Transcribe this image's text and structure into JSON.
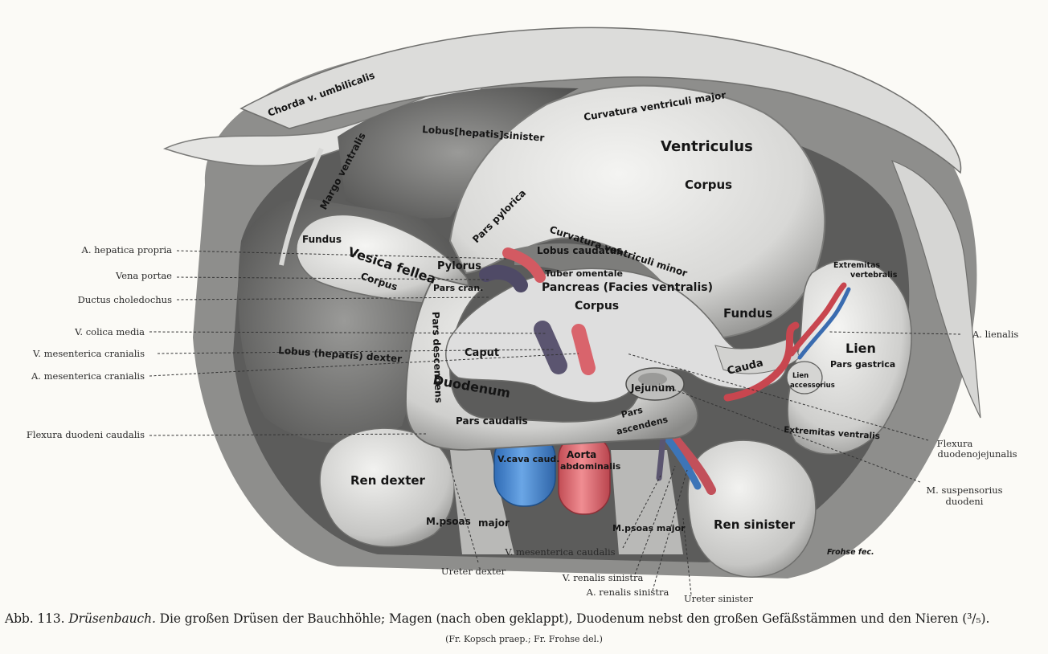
{
  "labels_left": [
    {
      "id": "a-hepatica-propria",
      "text": "A. hepatica propria"
    },
    {
      "id": "vena-portae",
      "text": "Vena portae"
    },
    {
      "id": "ductus-choledochus",
      "text": "Ductus choledochus"
    },
    {
      "id": "v-colica-media",
      "text": "V. colica media"
    },
    {
      "id": "v-mesenterica-cranialis",
      "text": "V. mesenterica cranialis"
    },
    {
      "id": "a-mesenterica-cranialis",
      "text": "A. mesenterica cranialis"
    },
    {
      "id": "flexura-duodeni-caudalis",
      "text": "Flexura duodeni caudalis"
    }
  ],
  "labels_right": [
    {
      "id": "a-lienalis",
      "text": "A. lienalis"
    },
    {
      "id": "flexura-duodenojejunalis-1",
      "text": "Flexura"
    },
    {
      "id": "flexura-duodenojejunalis-2",
      "text": "duodenojejunalis"
    },
    {
      "id": "m-suspensorius-1",
      "text": "M. suspensorius"
    },
    {
      "id": "m-suspensorius-2",
      "text": "duodeni"
    }
  ],
  "labels_bottom": [
    {
      "id": "ureter-dexter",
      "text": "Ureter dexter"
    },
    {
      "id": "v-mesenterica-caudalis",
      "text": "V. mesenterica caudalis"
    },
    {
      "id": "v-renalis-sinistra",
      "text": "V. renalis sinistra"
    },
    {
      "id": "a-renalis-sinistra",
      "text": "A. renalis sinistra"
    },
    {
      "id": "ureter-sinister",
      "text": "Ureter sinister"
    }
  ],
  "inner_labels": {
    "chorda": "Chorda v. umbilicalis",
    "lobus_sinister": "Lobus[hepatis]sinister",
    "curvatura_major": "Curvatura ventriculi major",
    "ventriculus": "Ventriculus",
    "corpus_vent": "Corpus",
    "margo_ventralis": "Margo ventralis",
    "fundus_gb": "Fundus",
    "vesica_fellea": "Vesica fellea",
    "corpus_gb": "Corpus",
    "pars_pylorica": "Pars pylorica",
    "curvatura_minor": "Curvatura ventriculi minor",
    "lobus_caudatus": "Lobus caudatus",
    "pylorus": "Pylorus",
    "tuber_omentale": "Tuber omentale",
    "pars_cran": "Pars cran.",
    "pancreas": "Pancreas (Facies ventralis)",
    "corpus_panc": "Corpus",
    "fundus_vent": "Fundus",
    "extremitas_vert_1": "Extremitas",
    "extremitas_vert_2": "vertebralis",
    "pars_descendens": "Pars descendens",
    "lobus_dexter": "Lobus (hepatis) dexter",
    "caput": "Caput",
    "duodenum": "Duodenum",
    "jejunum": "Jejunum",
    "cauda": "Cauda",
    "lien": "Lien",
    "pars_gastrica": "Pars gastrica",
    "lien_acc_1": "Lien",
    "lien_acc_2": "accessorius",
    "extremitas_ventralis": "Extremitas ventralis",
    "pars_caudalis": "Pars caudalis",
    "pars_ascendens_1": "Pars",
    "pars_ascendens_2": "ascendens",
    "vcava": "V.cava caud.",
    "aorta_1": "Aorta",
    "aorta_2": "abdominalis",
    "ren_dexter": "Ren dexter",
    "ren_sinister": "Ren sinister",
    "psoas_r_1": "M.psoas",
    "psoas_r_2": "major",
    "psoas_l": "M.psoas major",
    "signature": "Frohse fec."
  },
  "caption": {
    "prefix": "Abb. 113.",
    "title_italic": "Drüsenbauch.",
    "text": "Die großen Drüsen der Bauchhöhle; Magen (nach oben geklappt), Duodenum nebst den großen Gefäßstämmen und den Nieren (³/₅).",
    "credit": "(Fr. Kopsch praep.; Fr. Frohse del.)"
  },
  "colors": {
    "artery": "#e06a6f",
    "vein": "#4a86c9",
    "dark_vein": "#5b5570",
    "tissue_light": "#e9e9e7",
    "tissue_shadow": "#6e6e6e"
  }
}
